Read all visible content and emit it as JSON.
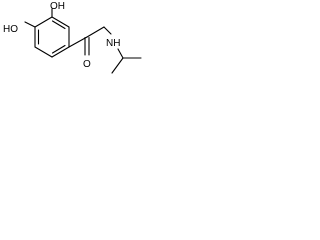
{
  "structure": {
    "atom_labels": {
      "oh_meta": "OH",
      "ho_para": "HO",
      "carbonyl_o": "O",
      "amine_nh": "NH"
    }
  },
  "colors": {
    "ink": "#000000",
    "background": "#ffffff"
  }
}
